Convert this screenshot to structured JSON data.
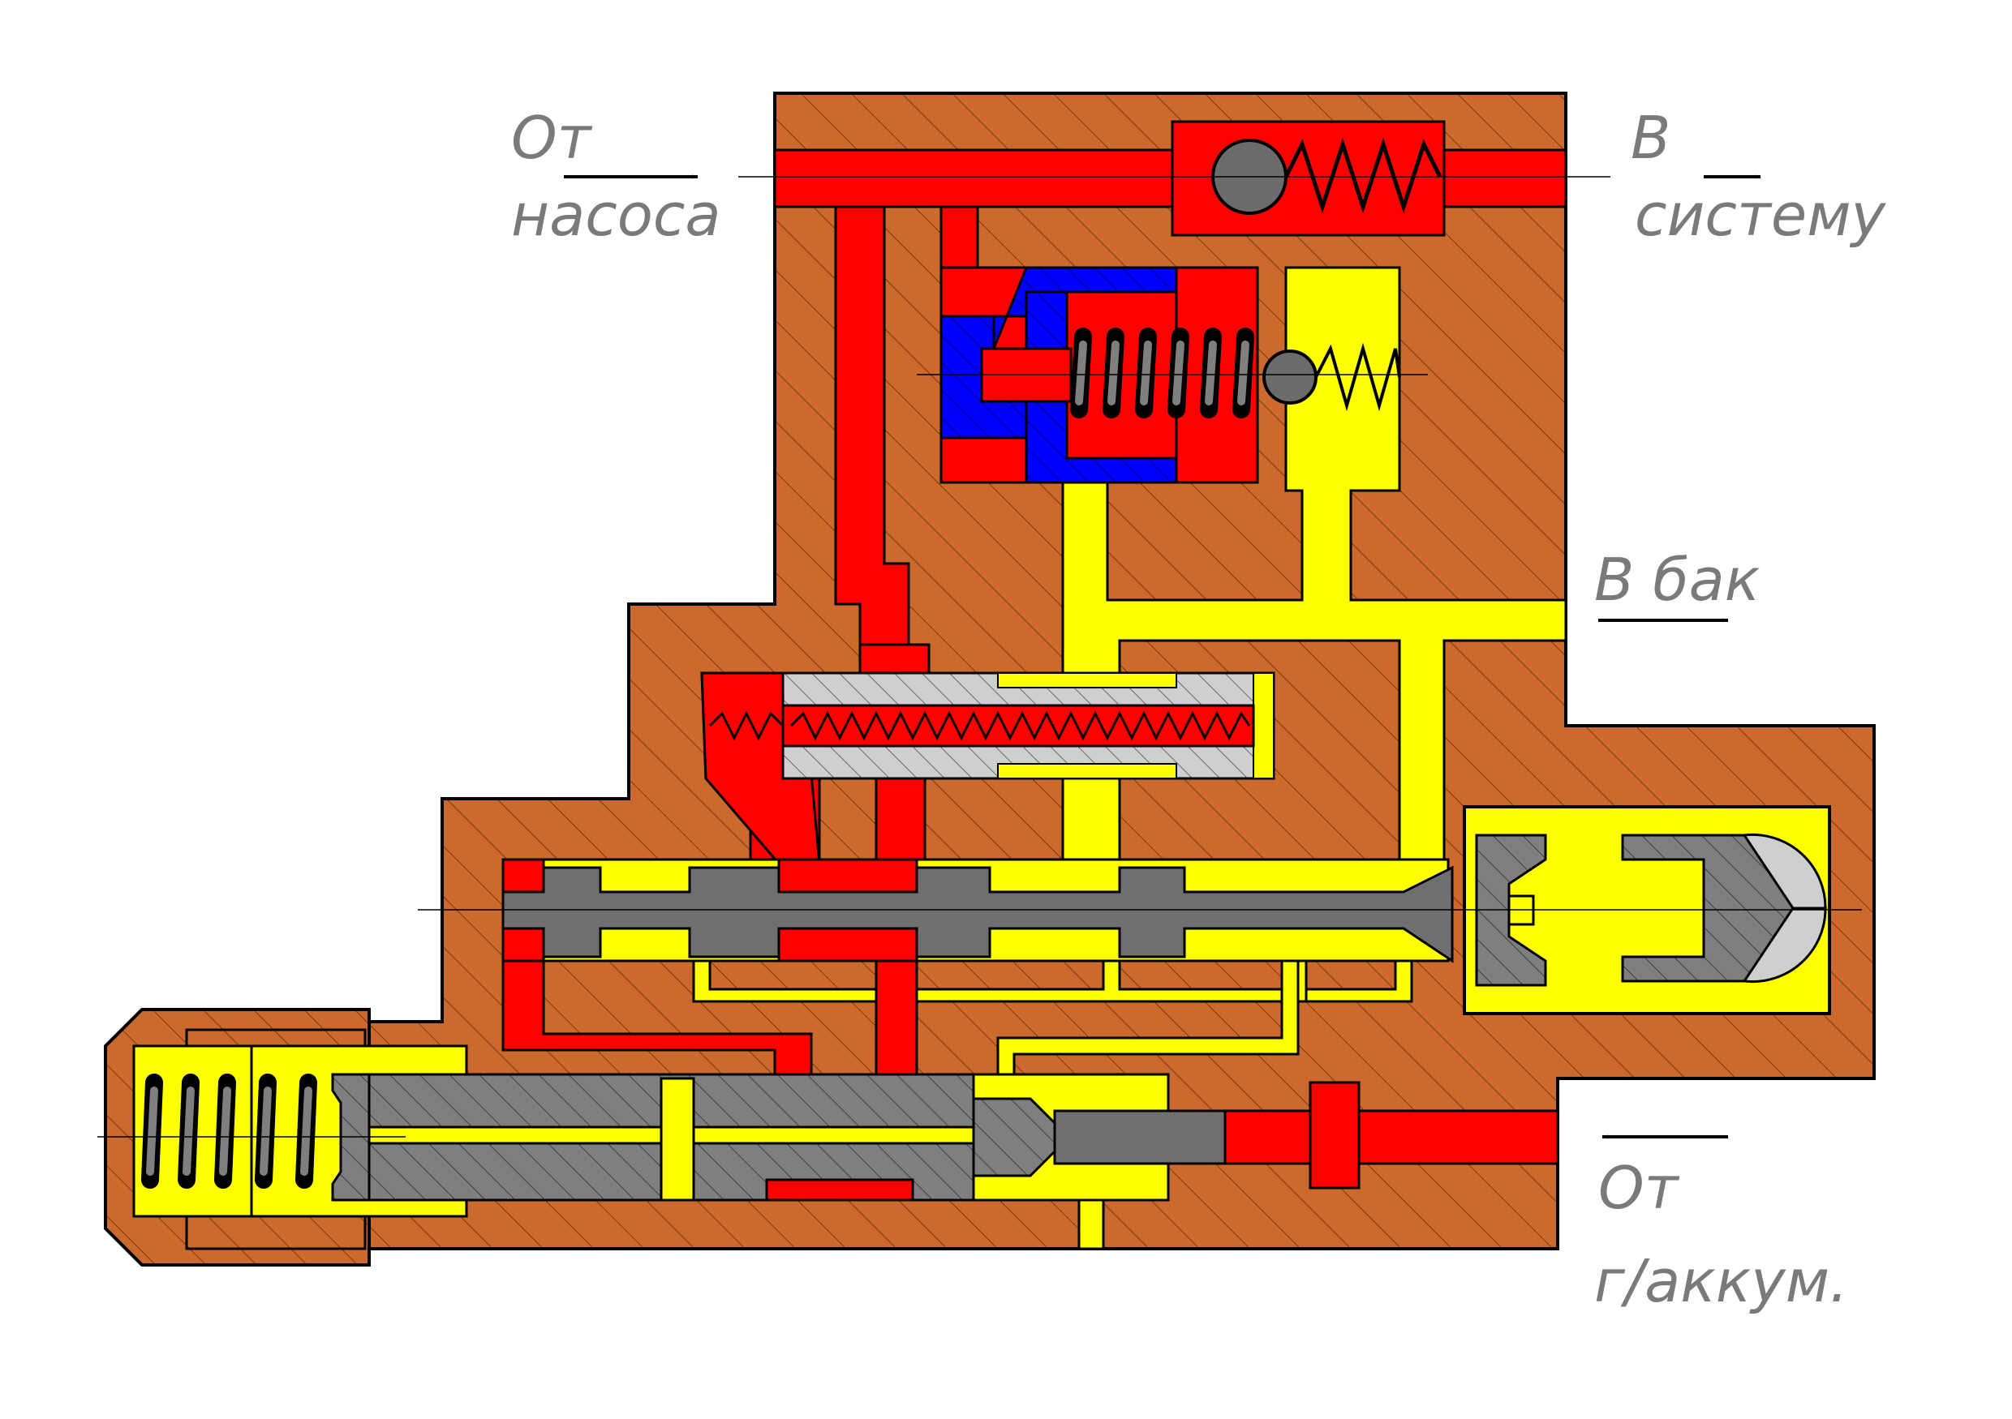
{
  "labels": {
    "from_pump_1": "От",
    "from_pump_2": "насоса",
    "to_system_1": "В",
    "to_system_2": "систему",
    "to_tank": "В бак",
    "from_accum_1": "От",
    "from_accum_2": "г/аккум."
  },
  "colors": {
    "body": "#cc6a2e",
    "pressure": "#ff0000",
    "drain": "#ffff00",
    "control": "#0000ff",
    "part": "#7f7f7f",
    "part_light": "#cfcfcf",
    "outline": "#000000",
    "label": "#7a7a7a"
  }
}
